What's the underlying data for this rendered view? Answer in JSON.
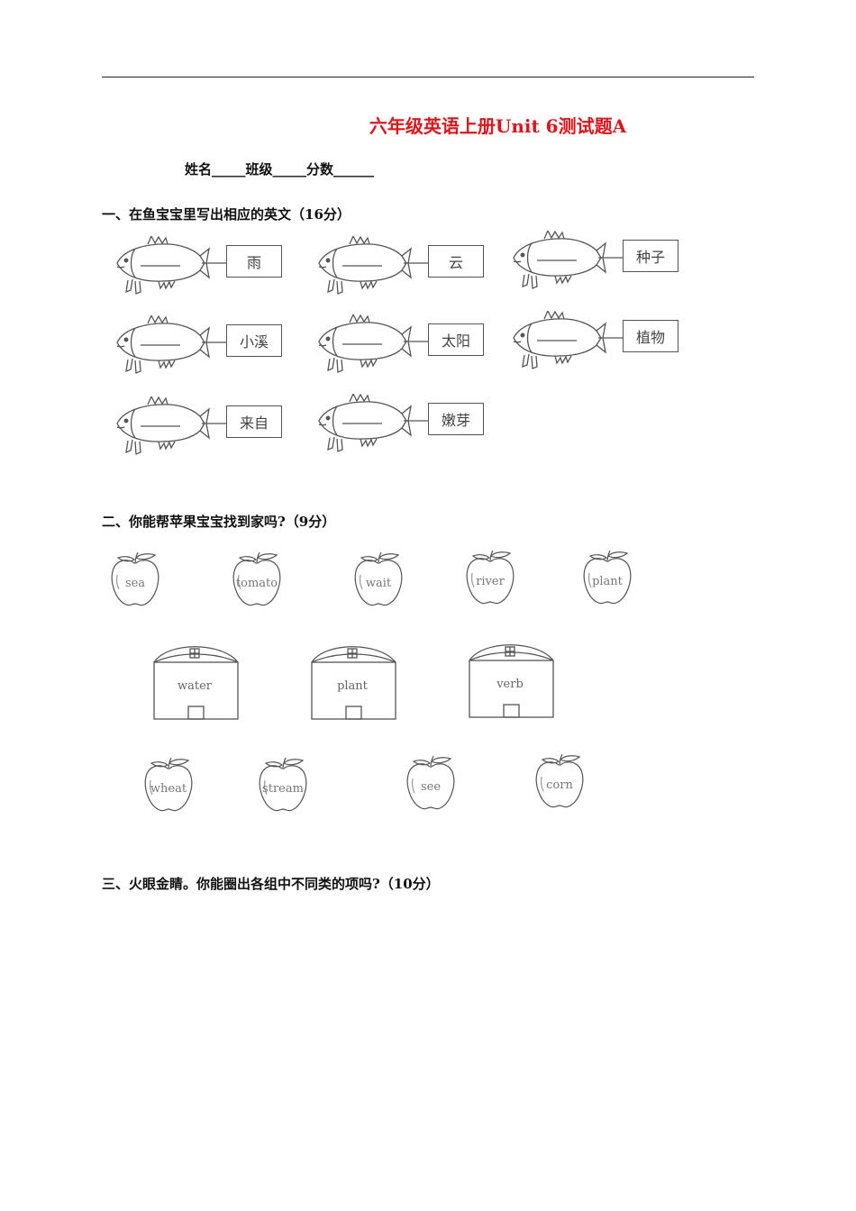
{
  "title": "六年级英语上册Unit 6测试题A",
  "info": "姓名_____班级_____分数______",
  "section1": {
    "heading": "一、在鱼宝宝里写出相应的英文（16分）",
    "items": [
      "雨",
      "云",
      "种子",
      "小溪",
      "太阳",
      "植物",
      "来自",
      "嫩芽"
    ]
  },
  "section2": {
    "heading": "二、你能帮苹果宝宝找到家吗?（9分）",
    "apples_top": [
      "sea",
      "tomato",
      "wait",
      "river",
      "plant"
    ],
    "houses": [
      "water",
      "plant",
      "verb"
    ],
    "apples_bottom": [
      "wheat",
      "stream",
      "see",
      "corn"
    ]
  },
  "section3": {
    "heading": "三、火眼金睛。你能圈出各组中不同类的项吗?（10分）"
  }
}
